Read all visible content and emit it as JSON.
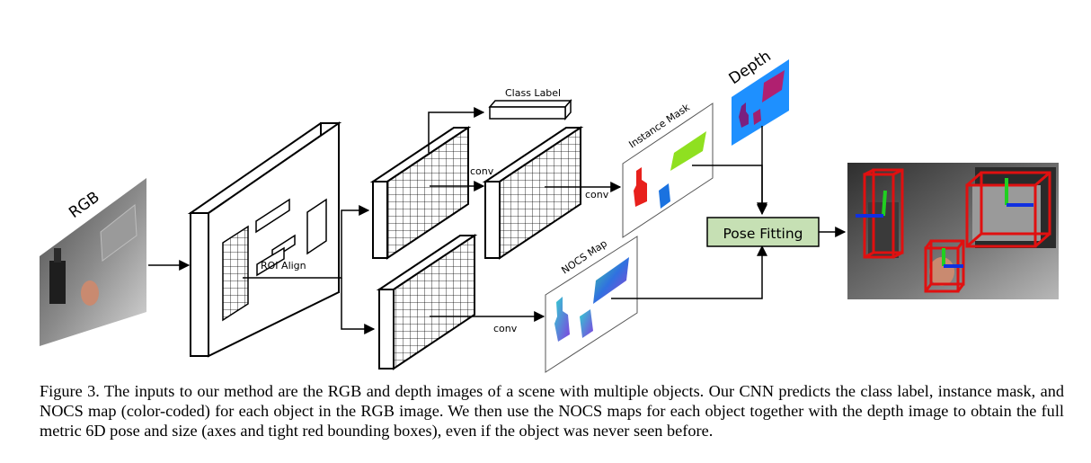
{
  "labels": {
    "rgb": "RGB",
    "depth": "Depth",
    "class_label": "Class Label",
    "instance_mask": "Instance Mask",
    "nocs_map": "NOCS Map",
    "roi_align": "ROI Align",
    "conv_top_1": "conv",
    "conv_top_2": "conv",
    "conv_bottom": "conv",
    "pose_fitting": "Pose Fitting"
  },
  "colors": {
    "pose_fitting_box": "#c6e0b4",
    "depth_background": "#1e90ff",
    "bounding_box": "#e01010"
  },
  "caption": "Figure 3. The inputs to our method are the RGB and depth images of a scene with multiple objects. Our CNN predicts the class label, instance mask, and NOCS map (color-coded) for each object in the RGB image. We then use the NOCS maps for each object together with the depth image to obtain the full metric 6D pose and size (axes and tight red bounding boxes), even if the object was never seen before."
}
